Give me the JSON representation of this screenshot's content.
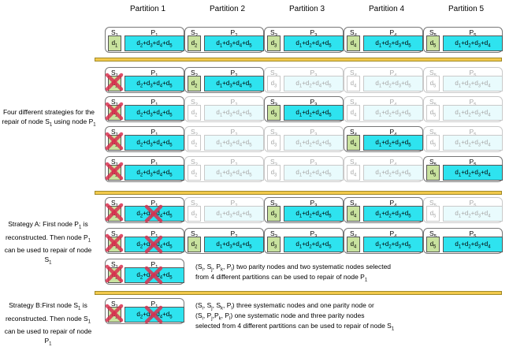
{
  "partitions": [
    "Partition 1",
    "Partition 2",
    "Partition 3",
    "Partition 4",
    "Partition 5"
  ],
  "nodes": [
    {
      "s": "S1",
      "p": "P1",
      "d": "d1",
      "expr": "d2+d3+d4+d5"
    },
    {
      "s": "S2",
      "p": "P2",
      "d": "d2",
      "expr": "d1+d3+d4+d5"
    },
    {
      "s": "S3",
      "p": "P3",
      "d": "d3",
      "expr": "d1+d2+d4+d5"
    },
    {
      "s": "S4",
      "p": "P4",
      "d": "d4",
      "expr": "d1+d2+d3+d5"
    },
    {
      "s": "S5",
      "p": "P5",
      "d": "d5",
      "expr": "d1+d2+d3+d4"
    }
  ],
  "rows": [
    {
      "state": [
        "active",
        "active",
        "active",
        "active",
        "active"
      ],
      "x": [
        "none",
        "none",
        "none",
        "none",
        "none"
      ]
    },
    {
      "state": [
        "active",
        "active",
        "faded",
        "faded",
        "faded"
      ],
      "x": [
        "s",
        "none",
        "none",
        "none",
        "none"
      ]
    },
    {
      "state": [
        "active",
        "faded",
        "active",
        "faded",
        "faded"
      ],
      "x": [
        "s",
        "none",
        "none",
        "none",
        "none"
      ]
    },
    {
      "state": [
        "active",
        "faded",
        "faded",
        "active",
        "faded"
      ],
      "x": [
        "s",
        "none",
        "none",
        "none",
        "none"
      ]
    },
    {
      "state": [
        "active",
        "faded",
        "faded",
        "faded",
        "active"
      ],
      "x": [
        "s",
        "none",
        "none",
        "none",
        "none"
      ]
    },
    {
      "state": [
        "active",
        "faded",
        "active",
        "active",
        "faded"
      ],
      "x": [
        "sp",
        "none",
        "none",
        "none",
        "none"
      ]
    },
    {
      "state": [
        "active",
        "active",
        "active",
        "active",
        "active"
      ],
      "x": [
        "sp",
        "none",
        "none",
        "none",
        "none"
      ]
    },
    {
      "state": [
        "active",
        "blank",
        "blank",
        "blank",
        "blank"
      ],
      "x": [
        "sp",
        "none",
        "none",
        "none",
        "none"
      ]
    },
    {
      "state": [
        "active",
        "blank",
        "blank",
        "blank",
        "blank"
      ],
      "x": [
        "sp",
        "none",
        "none",
        "none",
        "none"
      ]
    }
  ],
  "side_labels": {
    "four": "Four different strategies for the repair of node S1 using node P1",
    "a": "Strategy A: First node P1 is reconstructed. Then node P1 can be used to repair of node S1",
    "b": "Strategy B:First node S1 is reconstructed. Then node S1 can be used to repair of node P1"
  },
  "notes": {
    "a1": "(Si, Sj, Pk, Pl) two parity nodes and two systematic nodes selected",
    "a2": "from 4 different partitions can be used to repair of node P1",
    "b1": "(Si, Sj, Sk, Pl) three systematic nodes and one parity node or",
    "b2": "(Si, Pj,Pk, Pl) one systematic node and three parity nodes",
    "b3": "selected from 4 different partitions can be used to repair of node S1"
  }
}
